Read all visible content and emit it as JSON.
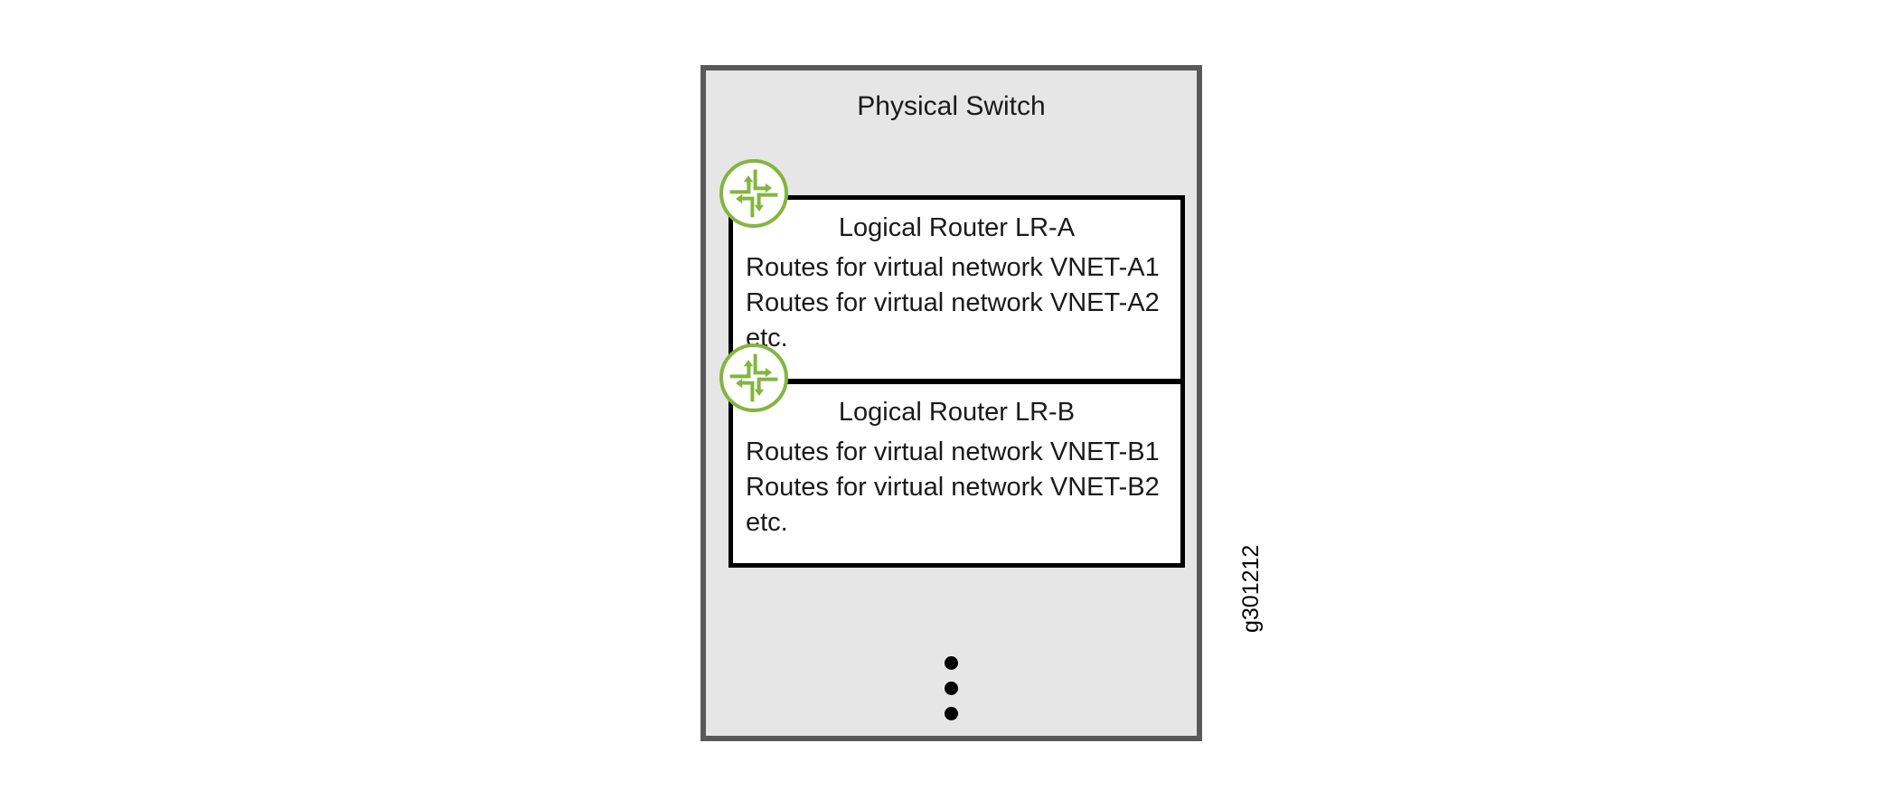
{
  "diagram": {
    "title": "Physical Switch",
    "figure_id": "g301212",
    "colors": {
      "chassis_fill": "#E6E6E6",
      "chassis_border": "#595959",
      "router_box_fill": "#FFFFFF",
      "router_box_border": "#000000",
      "router_icon_green": "#84B540",
      "text": "#1A1A1A"
    },
    "icons": {
      "router": "router-icon"
    },
    "logical_routers": [
      {
        "id": "lr-a",
        "title": "Logical Router LR-A",
        "icon": "router-icon",
        "lines": [
          "Routes for virtual network VNET-A1",
          "Routes for virtual network VNET-A2",
          "etc."
        ]
      },
      {
        "id": "lr-b",
        "title": "Logical Router LR-B",
        "icon": "router-icon",
        "lines": [
          "Routes for virtual network VNET-B1",
          "Routes for virtual network VNET-B2",
          "etc."
        ]
      }
    ],
    "continuation": {
      "symbol": "vertical-ellipsis",
      "dot_count": 3
    }
  }
}
